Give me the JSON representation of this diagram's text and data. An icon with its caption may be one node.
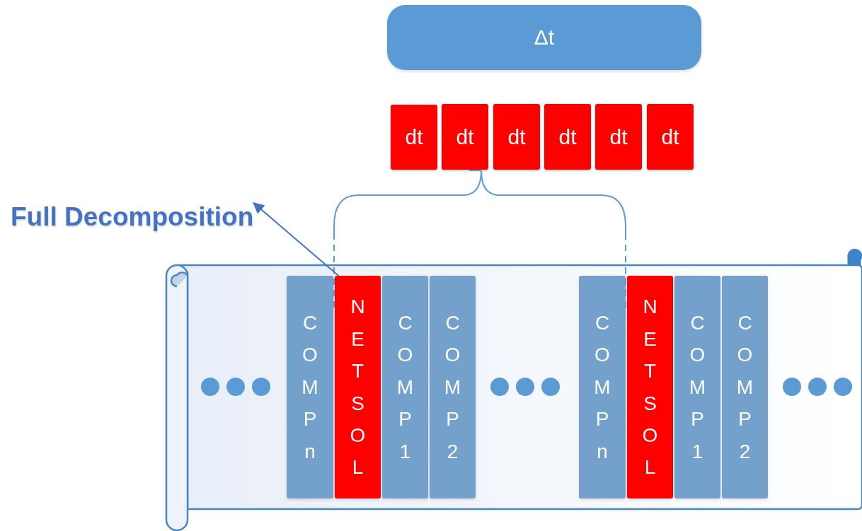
{
  "diagram": {
    "nodes": [
      {
        "text": [
          "Δt"
        ]
      },
      {
        "text": [
          "dt"
        ]
      },
      {
        "text": [
          "dt"
        ]
      },
      {
        "text": [
          "dt"
        ]
      },
      {
        "text": [
          "dt"
        ]
      },
      {
        "text": [
          "dt"
        ]
      },
      {
        "text": [
          "dt"
        ]
      },
      {
        "text": [],
        "shape": "box"
      },
      {
        "text": [
          "COMPn"
        ],
        "in": 7
      },
      {
        "text": [
          "NETSOL"
        ],
        "in": 7
      },
      {
        "text": [
          "COMP1"
        ],
        "in": 7
      },
      {
        "text": [
          "COMP2"
        ],
        "in": 7
      },
      {
        "text": [
          "COMPn"
        ],
        "in": 7
      },
      {
        "text": [
          "NETSOL"
        ],
        "in": 7
      },
      {
        "text": [
          "COMP1"
        ],
        "in": 7
      },
      {
        "text": [
          "COMP2"
        ],
        "in": 7
      },
      {
        "text": [
          "Full Decomposition"
        ]
      }
    ],
    "edges": [
      {
        "from": 9,
        "to": 16,
        "arrow": "to"
      }
    ]
  }
}
